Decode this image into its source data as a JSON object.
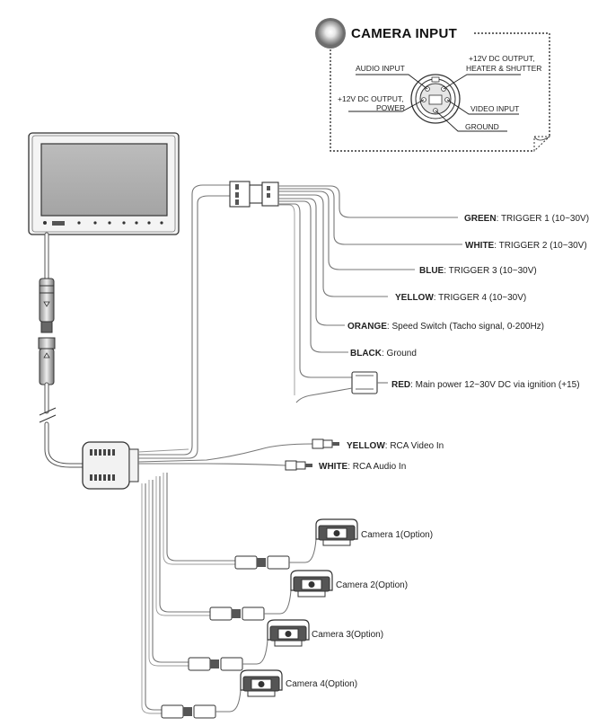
{
  "camera_input": {
    "title": "CAMERA INPUT",
    "pins": {
      "audio_input": "AUDIO INPUT",
      "out_heater_line1": "+12V DC OUTPUT,",
      "out_heater_line2": "HEATER & SHUTTER",
      "out_power_line1": "+12V DC OUTPUT,",
      "out_power_line2": "POWER",
      "video_input": "VIDEO INPUT",
      "ground": "GROUND"
    }
  },
  "wires": [
    {
      "color": "GREEN",
      "desc": ": TRIGGER 1 (10~30V)"
    },
    {
      "color": "WHITE",
      "desc": ": TRIGGER 2 (10~30V)"
    },
    {
      "color": "BLUE",
      "desc": ": TRIGGER 3 (10~30V)"
    },
    {
      "color": "YELLOW",
      "desc": ": TRIGGER 4 (10~30V)"
    },
    {
      "color": "ORANGE",
      "desc": ": Speed Switch (Tacho signal, 0-200Hz)"
    },
    {
      "color": "BLACK",
      "desc": ": Ground"
    },
    {
      "color": "RED",
      "desc": ": Main power 12~30V DC via ignition (+15)"
    }
  ],
  "rca": [
    {
      "color": "YELLOW",
      "desc": ": RCA Video In"
    },
    {
      "color": "WHITE",
      "desc": ": RCA Audio In"
    }
  ],
  "cameras": [
    "Camera 1(Option)",
    "Camera 2(Option)",
    "Camera 3(Option)",
    "Camera 4(Option)"
  ]
}
